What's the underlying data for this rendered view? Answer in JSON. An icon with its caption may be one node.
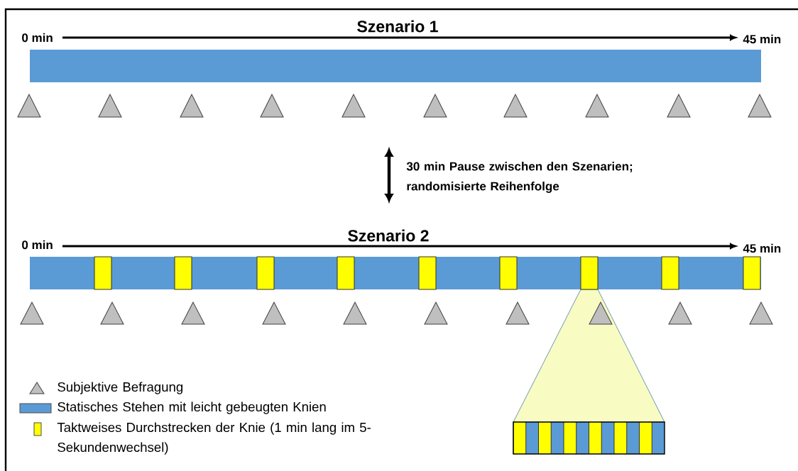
{
  "diagram": {
    "labels": [
      "0 min",
      "Szenario 1",
      "45 min",
      "30 min Pause zwischen den Szenarien; randomisierte Reihenfolge",
      "0 min",
      "Szenario 2",
      "45 min"
    ],
    "legend": [
      {
        "text": "Subjektive Befragung"
      },
      {
        "text": "Statisches Stehen mit leicht gebeugten Knien",
        "color": "#5b9bd5"
      },
      {
        "text": "Taktweises Durchstrecken der Knie (1 min lang im 5-Sekundenwechsel)",
        "color": "#ffff00"
      }
    ]
  }
}
